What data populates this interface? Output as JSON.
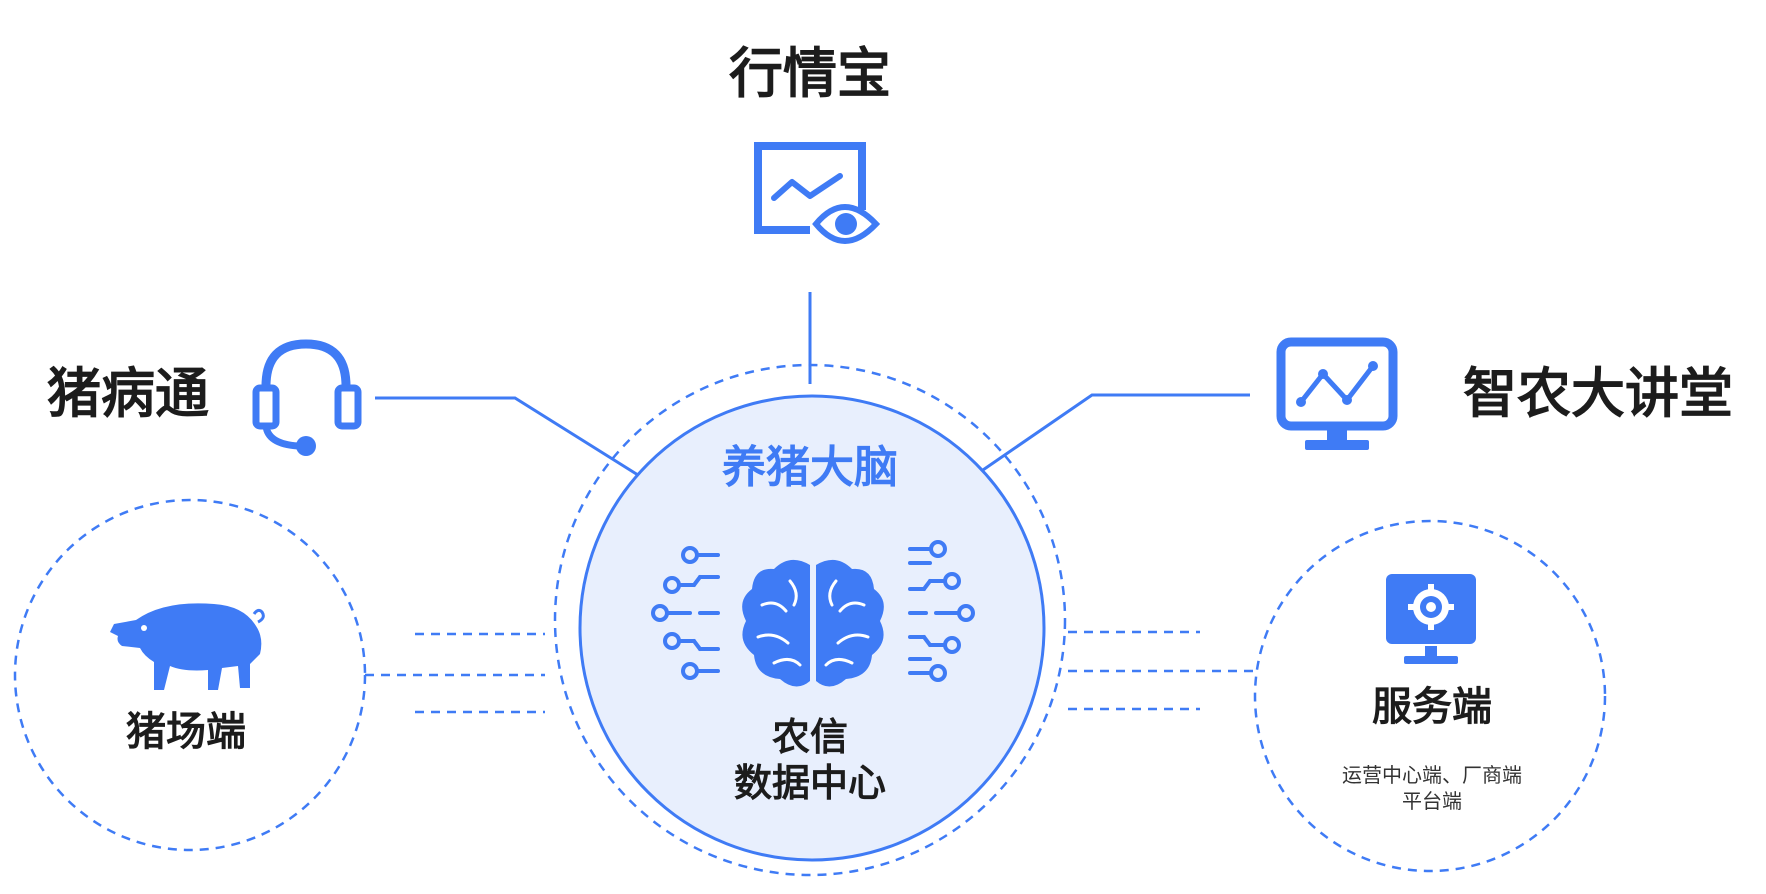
{
  "colors": {
    "accent": "#3f7bf5",
    "center_fill": "#e8effd",
    "text": "#1c1c1c"
  },
  "nodes": {
    "top": {
      "label": "行情宝",
      "icon": "chart-eye-icon"
    },
    "left": {
      "label": "猪病通",
      "icon": "headset-icon"
    },
    "right": {
      "label": "智农大讲堂",
      "icon": "monitor-chart-icon"
    },
    "farm": {
      "label": "猪场端",
      "icon": "pig-icon"
    },
    "service": {
      "label": "服务端",
      "sub_line1": "运营中心端、厂商端",
      "sub_line2": "平台端",
      "icon": "monitor-gear-icon"
    }
  },
  "center": {
    "title": "养猪大脑",
    "line1": "农信",
    "line2": "数据中心",
    "icon": "brain-circuit-icon"
  }
}
